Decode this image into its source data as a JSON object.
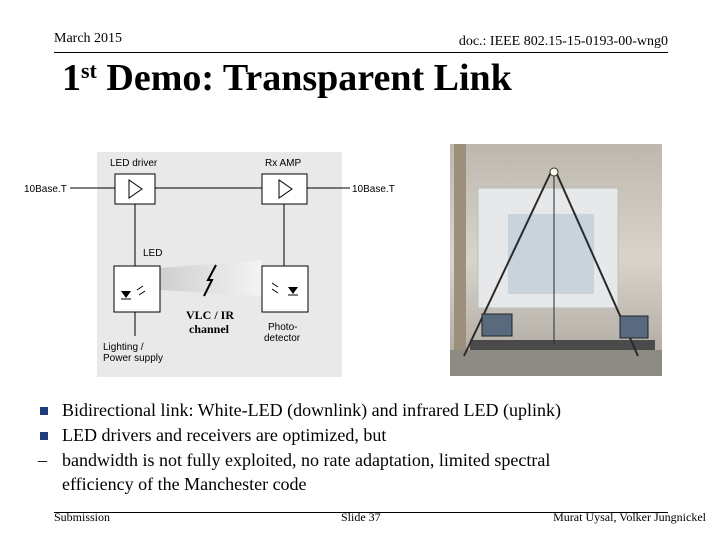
{
  "header": {
    "date": "March 2015",
    "doc": "doc.: IEEE 802.15-15-0193-00-wng0"
  },
  "title": {
    "ordinal": "1",
    "superscript": "st",
    "text": " Demo: Transparent Link"
  },
  "diagram": {
    "led_driver": "LED driver",
    "rx_amp": "Rx AMP",
    "left_port": "10Base.T",
    "right_port": "10Base.T",
    "led": "LED",
    "channel_line1": "VLC / IR",
    "channel_line2": "channel",
    "lighting_line1": "Lighting /",
    "lighting_line2": "Power supply",
    "photo_line1": "Photo-",
    "photo_line2": "detector"
  },
  "bullets": [
    "Bidirectional link: White-LED (downlink) and infrared LED (uplink)",
    "LED drivers and receivers are optimized, but"
  ],
  "sub_bullet": {
    "dash": "–",
    "line1": "bandwidth is not fully exploited, no rate adaptation, limited spectral",
    "line2": "efficiency of the Manchester code"
  },
  "footer": {
    "left": "Submission",
    "middle": "Slide 37",
    "right": "Murat Uysal, Volker Jungnickel"
  },
  "colors": {
    "bullet": "#1f3c7c",
    "diagram_bg": "#e9e9e9"
  }
}
